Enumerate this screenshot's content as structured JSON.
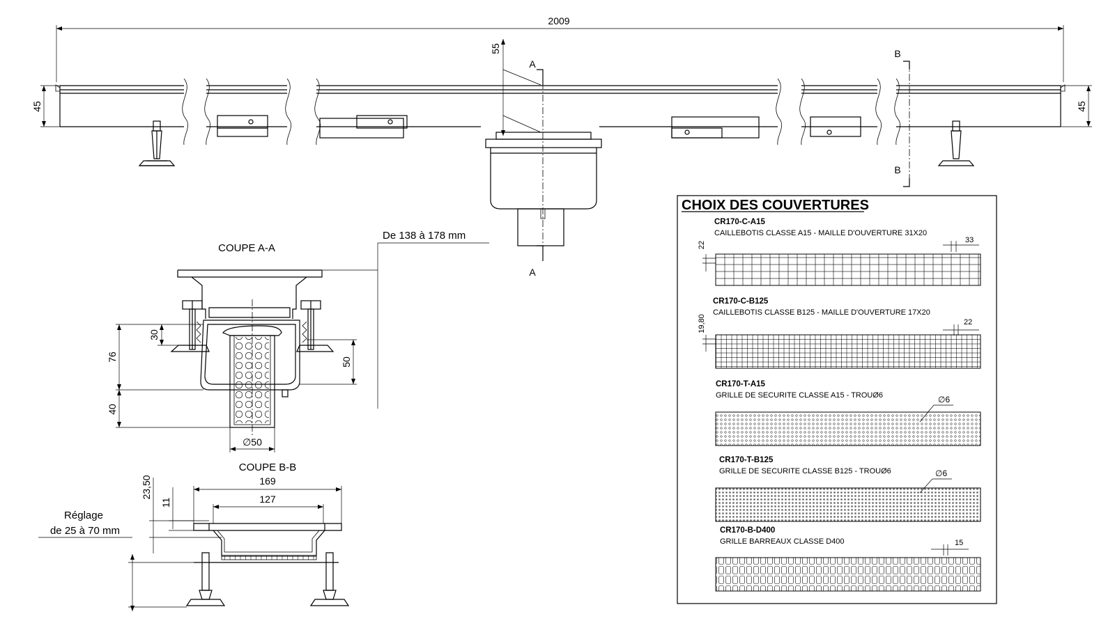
{
  "drawing": {
    "overall_length": "2009",
    "height_left": "45",
    "height_right": "45",
    "outlet_offset": "55",
    "section_a_marks": [
      "A",
      "A"
    ],
    "section_b_marks": [
      "B",
      "B"
    ],
    "outlet_height": "De 138 à 178 mm"
  },
  "section_aa": {
    "title": "COUPE A-A",
    "dims": {
      "d30": "30",
      "d76": "76",
      "d40": "40",
      "d50": "50",
      "diameter": "∅50"
    }
  },
  "section_bb": {
    "title": "COUPE B-B",
    "dims": {
      "d169": "169",
      "d127": "127",
      "d2350": "23,50",
      "d11": "11"
    },
    "adjust_line1": "Réglage",
    "adjust_line2": "de  25 à 70 mm"
  },
  "covers": {
    "title": "CHOIX DES COUVERTURES",
    "items": [
      {
        "code": "CR170-C-A15",
        "desc": "CAILLEBOTIS CLASSE A15 - MAILLE D'OUVERTURE 31X20",
        "dim_a": "33",
        "dim_b": "22"
      },
      {
        "code": "CR170-C-B125",
        "desc": "CAILLEBOTIS CLASSE B125 - MAILLE D'OUVERTURE 17X20",
        "dim_a": "22",
        "dim_b": "19,80"
      },
      {
        "code": "CR170-T-A15",
        "desc": "GRILLE DE SECURITE CLASSE A15 - TROUØ6",
        "dim_a": "∅6"
      },
      {
        "code": "CR170-T-B125",
        "desc": "GRILLE DE SECURITE CLASSE B125 - TROUØ6",
        "dim_a": "∅6"
      },
      {
        "code": "CR170-B-D400",
        "desc": "GRILLE BARREAUX CLASSE D400",
        "dim_a": "15"
      }
    ]
  }
}
